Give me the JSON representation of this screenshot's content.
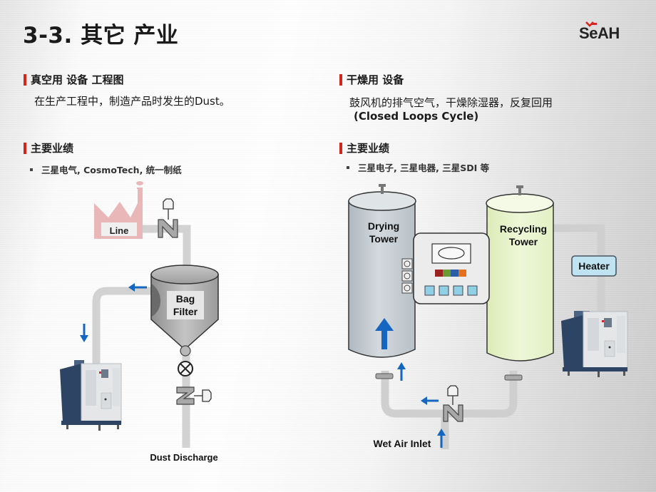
{
  "header": {
    "title": "3-3. 其它  产业",
    "logo": {
      "prefix": "S",
      "e": "e",
      "suffix": "AH",
      "accent": "#d8261e"
    }
  },
  "left": {
    "section1": {
      "heading": "真空用  设备  工程图",
      "text": "在生产工程中，制造产品时发生的Dust。"
    },
    "section2": {
      "heading": "主要业绩",
      "bullets": [
        "三星电气,  CosmoTech, 统一制纸"
      ]
    },
    "diagram": {
      "line_label": "Line",
      "bag_filter_label_1": "Bag",
      "bag_filter_label_2": "Filter",
      "dust_discharge_label": "Dust Discharge"
    }
  },
  "right": {
    "section1": {
      "heading": "干燥用  设备",
      "text": "鼓风机的排气空气，干燥除湿器，反复回用",
      "text2": "(Closed Loops Cycle)"
    },
    "section2": {
      "heading": "主要业绩",
      "bullets": [
        "三星电子, 三星电器, 三星SDI  等"
      ]
    },
    "diagram": {
      "drying_tower_1": "Drying",
      "drying_tower_2": "Tower",
      "recycling_tower_1": "Recycling",
      "recycling_tower_2": "Tower",
      "heater_label": "Heater",
      "wet_air_inlet_label": "Wet Air Inlet",
      "panel_colors": [
        "#9b2222",
        "#6a9a32",
        "#2a5ca8",
        "#e8701c"
      ]
    }
  },
  "colors": {
    "accent_red": "#d0261c",
    "arrow_blue": "#1466c0",
    "pipe_gray": "#cfcfcf",
    "factory_pink": "#e9b4b4",
    "drying_tower": "#c4ccd2",
    "recycling_tower": "#eaf5cf",
    "heater_fill": "#bfe3f0"
  }
}
